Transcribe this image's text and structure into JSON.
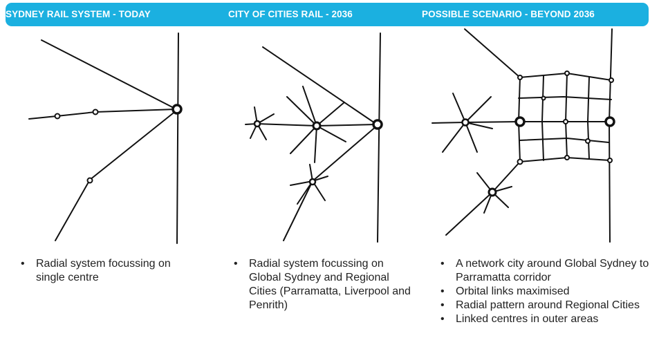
{
  "header": {
    "titles": [
      "SYDNEY RAIL SYSTEM - TODAY",
      "CITY OF CITIES RAIL - 2036",
      "POSSIBLE SCENARIO - BEYOND 2036"
    ],
    "bar_color": "#1bb0e0"
  },
  "captions": {
    "today": [
      "Radial system focussing on single centre"
    ],
    "city_of_cities": [
      "Radial system focussing on Global Sydney and Regional Cities (Parramatta, Liverpool and Penrith)"
    ],
    "beyond": [
      "A network city around Global Sydney to Parramatta corridor",
      "Orbital links maximised",
      "Radial pattern around Regional Cities",
      "Linked centres in outer areas"
    ]
  }
}
